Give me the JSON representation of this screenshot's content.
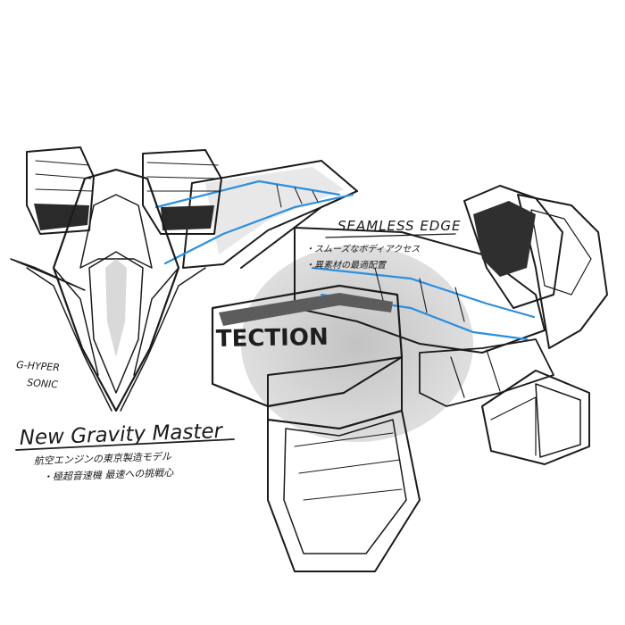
{
  "sketch": {
    "title": "New Gravity Master",
    "model_label_line1": "G-HYPER",
    "model_label_line2": "SONIC",
    "note_main_1": "航空エンジンの東京製造モデル",
    "note_main_2": "・極超音速機 最速への挑戦心",
    "callout_title": "SEAMLESS EDGE",
    "callout_bullet_1": "・スムーズなボディアクセス",
    "callout_bullet_2": "・異素材の最適配置",
    "shoulder_text": "TECTION"
  },
  "colors": {
    "accent": "#2a8fe0",
    "ink": "#1b1b1b",
    "dark_panel": "#4a4a4a",
    "mid_panel": "#8a8a8a",
    "light_panel": "#d8d8d8"
  }
}
